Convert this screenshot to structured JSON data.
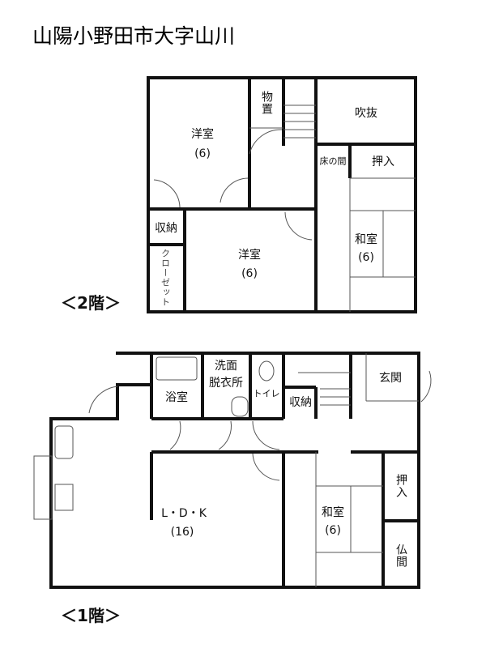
{
  "title": "山陽小野田市大字山川",
  "floor2": {
    "label": "＜2階＞",
    "rooms": {
      "western1": {
        "name": "洋室",
        "size": "(6)"
      },
      "storage_mono": "物置",
      "void": "吹抜",
      "tokonoma": "床の間",
      "oshiire": "押入",
      "storage": "収納",
      "closet": "クローゼット",
      "western2": {
        "name": "洋室",
        "size": "(6)"
      },
      "japanese": {
        "name": "和室",
        "size": "(6)"
      }
    }
  },
  "floor1": {
    "label": "＜1階＞",
    "rooms": {
      "bath": "浴室",
      "washroom": "洗面\n脱衣所",
      "washroom_l1": "洗面",
      "washroom_l2": "脱衣所",
      "toilet": "トイレ",
      "storage": "収納",
      "entrance": "玄関",
      "ldk": {
        "name": "L・D・K",
        "size": "(16)"
      },
      "japanese": {
        "name": "和室",
        "size": "(6)"
      },
      "oshiire": "押入",
      "butsuma": "仏間"
    }
  },
  "colors": {
    "wall": "#111111",
    "thin": "#555555"
  }
}
